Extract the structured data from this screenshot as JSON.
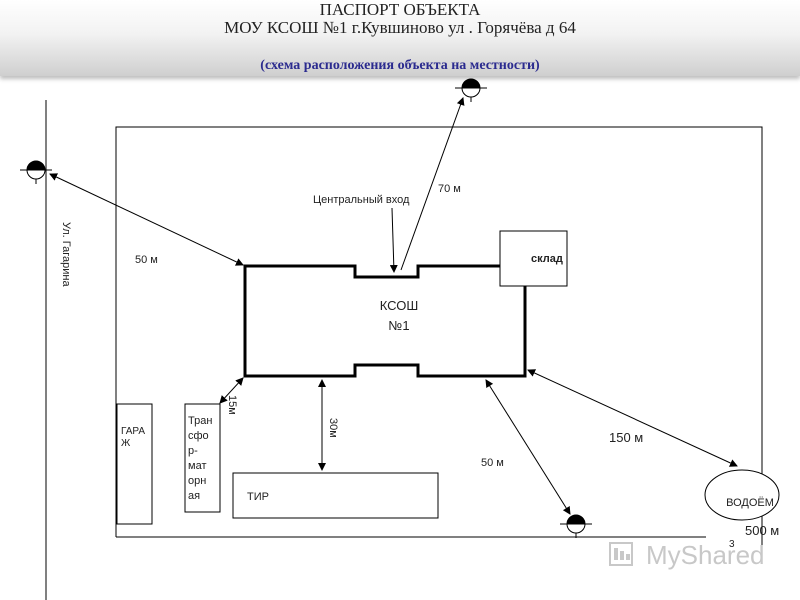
{
  "header": {
    "line1": "ПАСПОРТ ОБЪЕКТА",
    "line2": "МОУ КСОШ №1 г.Кувшиново ул . Горячёва д 64",
    "line3": "(схема расположения объекта на местности)"
  },
  "street_label": "Ул. Гагарина",
  "buildings": {
    "school_line1": "КСОШ",
    "school_line2": "№1",
    "warehouse": "склад",
    "garage": "ГАРА Ж",
    "transformer": "Тран сфо р- мат орн ая",
    "shooting_range": "ТИР",
    "pond": "ВОДОЁМ"
  },
  "labels": {
    "central_entrance": "Центральный вход"
  },
  "distances": {
    "left_top": "50 м",
    "top_entrance": "70 м",
    "transformer": "15м",
    "shooting_range": "30м",
    "bottom_right": "50 м",
    "pond": "150 м",
    "pond_far": "500 м"
  },
  "page_number": "3",
  "watermark": "MyShared",
  "colors": {
    "line": "#000000",
    "header_title_blue": "#2b2b8f",
    "watermark": "#c8c8c8"
  }
}
